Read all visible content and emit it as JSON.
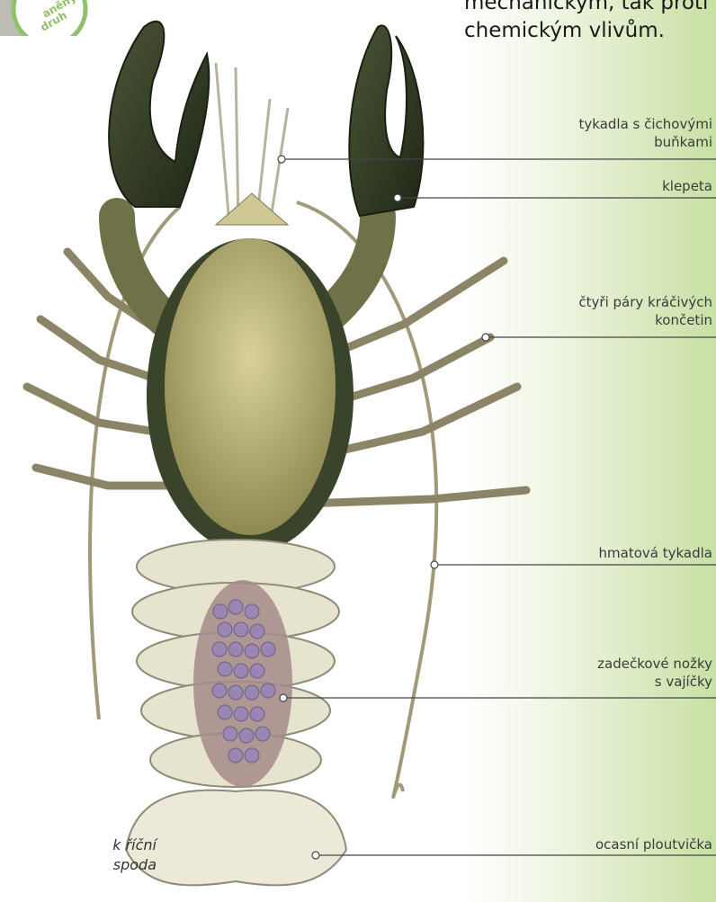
{
  "intro": {
    "line1": "mechanickým, tak proti",
    "line2": "chemickým vlivům."
  },
  "badge": {
    "text_line1": "aněný",
    "text_line2": "druh"
  },
  "caption": {
    "line1": "k říční",
    "line2": "spoda"
  },
  "labels": [
    {
      "line1": "tykadla s čichovými",
      "line2": "buňkami"
    },
    {
      "line1": "klepeta",
      "line2": ""
    },
    {
      "line1": "čtyři páry kráčivých",
      "line2": "končetin"
    },
    {
      "line1": "hmatová tykadla",
      "line2": ""
    },
    {
      "line1": "zadečkové nožky",
      "line2": "s vajíčky"
    },
    {
      "line1": "ocasní ploutvička",
      "line2": ""
    }
  ],
  "colors": {
    "panel_green": "#c9e0a4",
    "claw_dark": "#2f3a22",
    "body_olive": "#b8b27a",
    "egg_purple": "#8f7aa6",
    "leader_line": "#444444"
  }
}
